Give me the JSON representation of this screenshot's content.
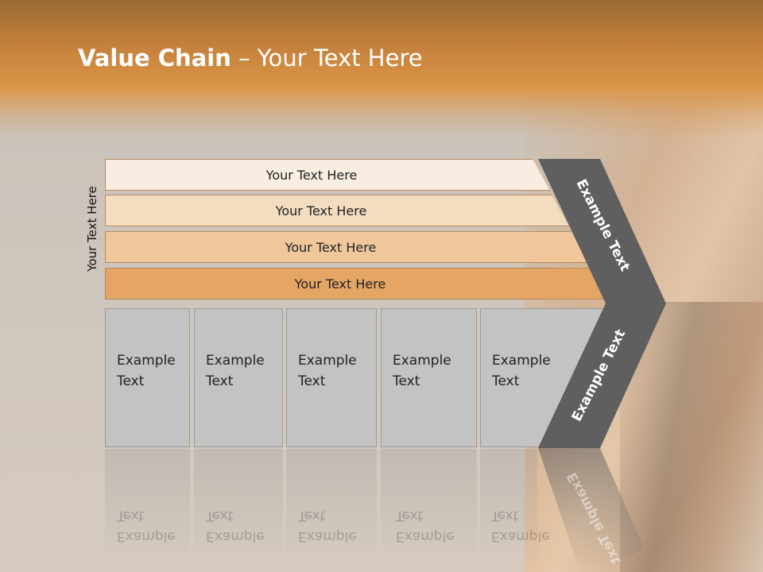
{
  "slide": {
    "title_bold": "Value Chain",
    "title_rest": " – Your Text Here",
    "side_label": "Your Text Here"
  },
  "bars": [
    {
      "label": "Your Text Here",
      "color": "#f8ede0"
    },
    {
      "label": "Your Text Here",
      "color": "#f3dcc0"
    },
    {
      "label": "Your Text Here",
      "color": "#efc79b"
    },
    {
      "label": "Your Text Here",
      "color": "#e4a565"
    }
  ],
  "boxes": [
    {
      "line1": "Example",
      "line2": "Text"
    },
    {
      "line1": "Example",
      "line2": "Text"
    },
    {
      "line1": "Example",
      "line2": "Text"
    },
    {
      "line1": "Example",
      "line2": "Text"
    },
    {
      "line1": "Example",
      "line2": "Text"
    }
  ],
  "chevron": {
    "upper_label": "Example Text",
    "lower_label": "Example Text",
    "color": "#5f5f5f"
  }
}
